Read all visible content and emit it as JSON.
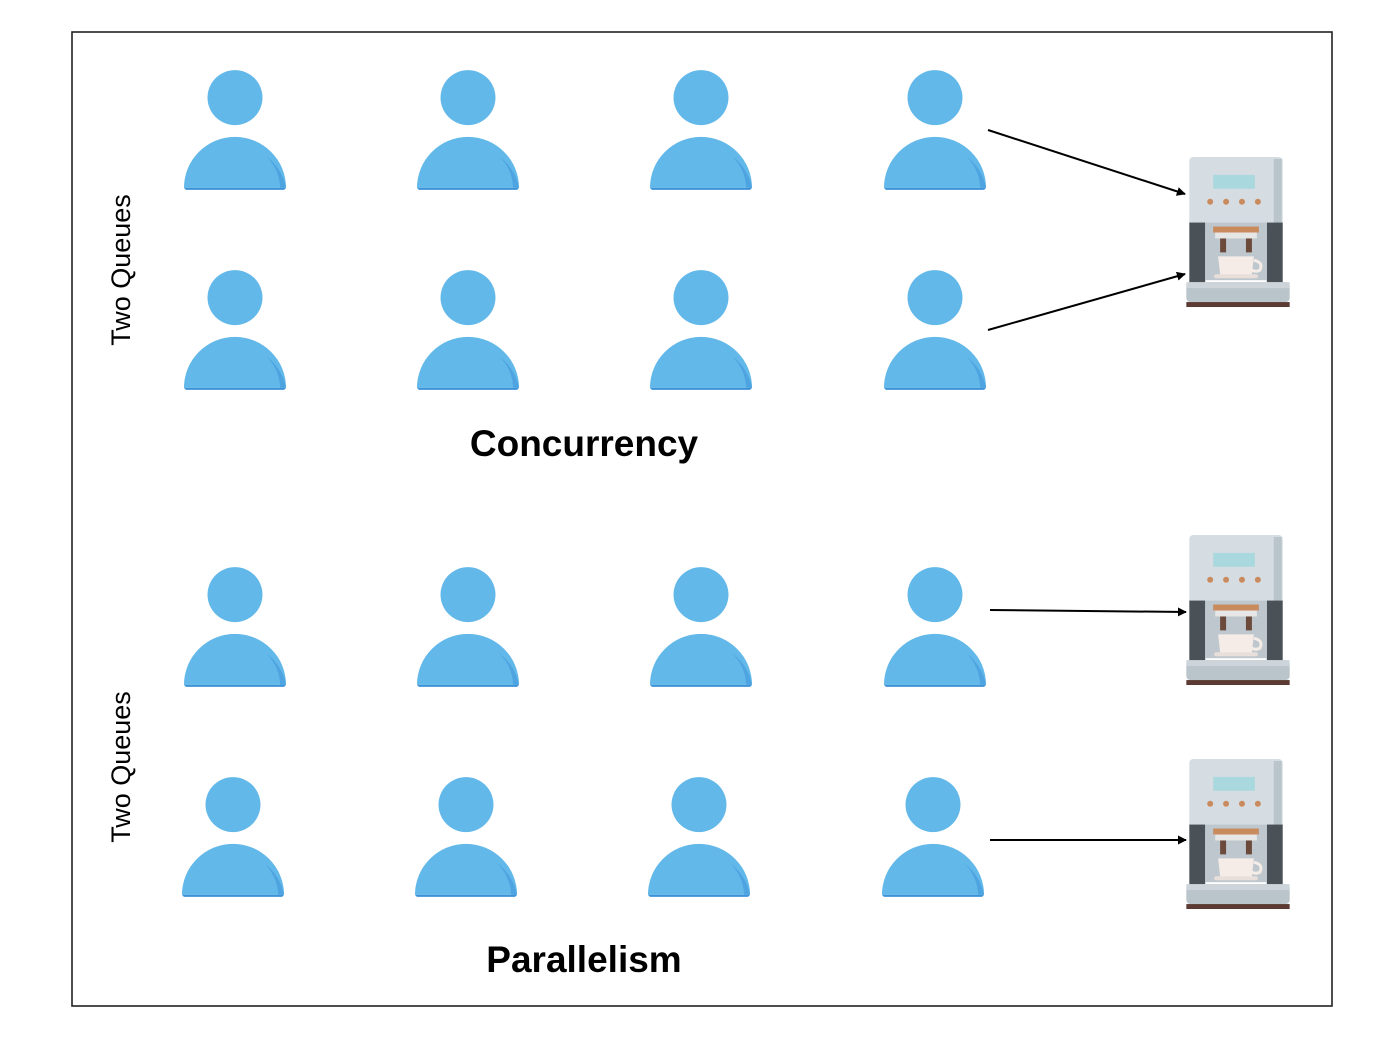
{
  "colors": {
    "person": "#62b8e9",
    "person_shadow": "#3e93d8",
    "frame": "#222222",
    "arrow": "#000000",
    "machine_body": "#d5dde2",
    "machine_dark": "#4a5258",
    "machine_screen": "#a9d8de",
    "machine_buttons": "#c98a5e",
    "machine_base": "#5b3b34"
  },
  "icons": {
    "person": "person-icon",
    "machine": "coffee-machine-icon"
  },
  "concurrency": {
    "side_label": "Two Queues",
    "title": "Concurrency",
    "queues": [
      {
        "people": 4,
        "machine": 1
      },
      {
        "people": 4,
        "machine": 1
      }
    ],
    "machines": 1
  },
  "parallelism": {
    "side_label": "Two Queues",
    "title": "Parallelism",
    "queues": [
      {
        "people": 4,
        "machine": 1
      },
      {
        "people": 4,
        "machine": 2
      }
    ],
    "machines": 2
  }
}
